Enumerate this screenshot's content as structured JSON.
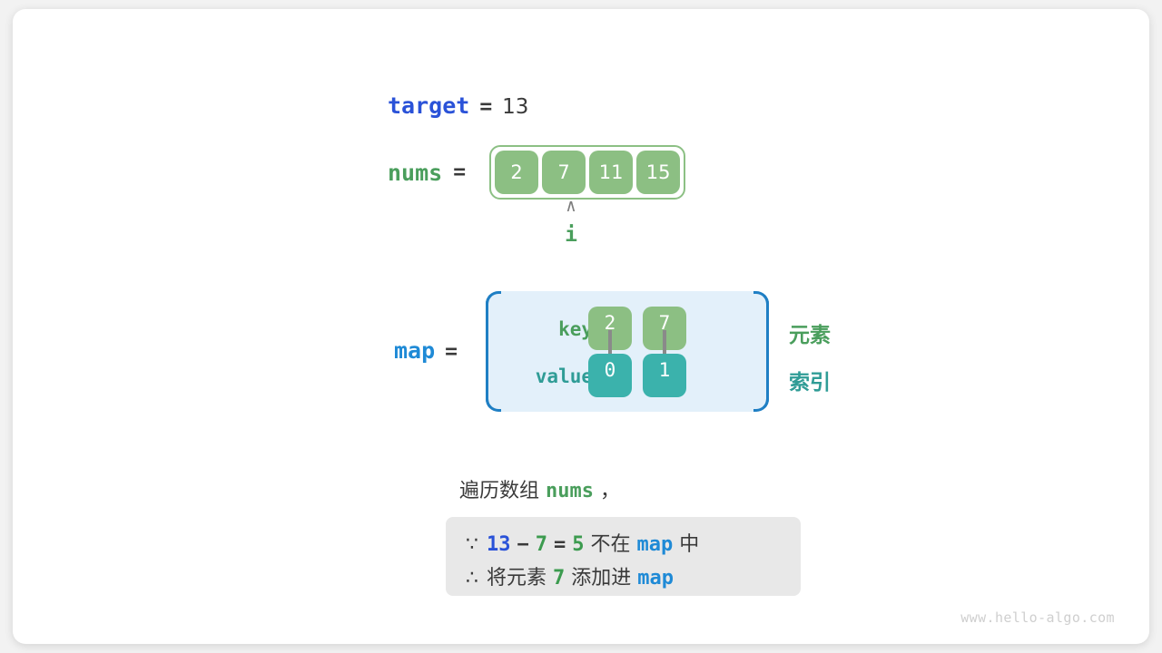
{
  "watermark": "www.hello-algo.com",
  "target": {
    "label": "target",
    "equals": "=",
    "value": "13"
  },
  "nums": {
    "label": "nums",
    "equals": "=",
    "cells": [
      "2",
      "7",
      "11",
      "15"
    ]
  },
  "pointer": {
    "caret": "∧",
    "name": "i",
    "index": 1
  },
  "map": {
    "label": "map",
    "equals": "=",
    "key_header": "key",
    "value_header": "value",
    "entries": [
      {
        "key": "2",
        "value": "0"
      },
      {
        "key": "7",
        "value": "1"
      }
    ],
    "side_labels": {
      "element": "元素",
      "index": "索引"
    }
  },
  "caption": {
    "prefix": "遍历数组",
    "variable": "nums",
    "suffix": "，"
  },
  "explanation": {
    "line1": {
      "symbol": "∵",
      "a": "13",
      "minus": "−",
      "b": "7",
      "equals": "=",
      "result": "5",
      "middle": "不在",
      "map": "map",
      "tail": "中"
    },
    "line2": {
      "symbol": "∴",
      "prefix": "将元素",
      "element": "7",
      "action": "添加进",
      "map": "map"
    }
  },
  "colors": {
    "target_blue": "#2a52d8",
    "var_green": "#4a9e5c",
    "map_blue": "#1f8ad6",
    "cell_green": "#8cbf83",
    "value_teal": "#3bb2ac",
    "map_bg": "#e3f0fa",
    "explain_bg": "#e8e8e8"
  }
}
